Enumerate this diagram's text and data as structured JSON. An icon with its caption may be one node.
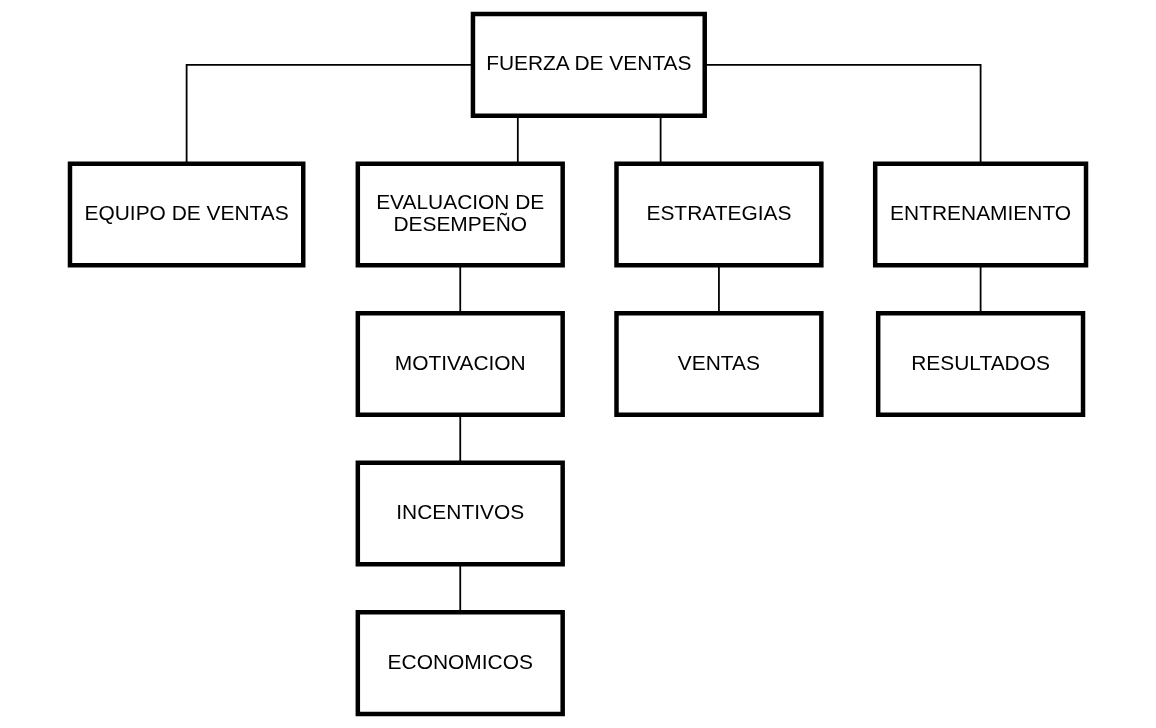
{
  "diagram": {
    "nodes": [
      {
        "text": [
          "FUERZA DE VENTAS"
        ]
      },
      {
        "text": [
          "EQUIPO DE VENTAS"
        ]
      },
      {
        "text": [
          "EVALUACION DE DESEMPEÑO"
        ]
      },
      {
        "text": [
          "ESTRATEGIAS"
        ]
      },
      {
        "text": [
          "ENTRENAMIENTO"
        ]
      },
      {
        "text": [
          "MOTIVACION"
        ]
      },
      {
        "text": [
          "VENTAS"
        ]
      },
      {
        "text": [
          "RESULTADOS"
        ]
      },
      {
        "text": [
          "INCENTIVOS"
        ]
      },
      {
        "text": [
          "ECONOMICOS"
        ]
      }
    ],
    "edges": [
      {
        "from": 0,
        "to": 1,
        "arrow": "none"
      },
      {
        "from": 0,
        "to": 2,
        "arrow": "none"
      },
      {
        "from": 0,
        "to": 3,
        "arrow": "none"
      },
      {
        "from": 0,
        "to": 4,
        "arrow": "none"
      },
      {
        "from": 2,
        "to": 5,
        "arrow": "none"
      },
      {
        "from": 3,
        "to": 6,
        "arrow": "none"
      },
      {
        "from": 4,
        "to": 7,
        "arrow": "none"
      },
      {
        "from": 5,
        "to": 8,
        "arrow": "none"
      },
      {
        "from": 8,
        "to": 9,
        "arrow": "none"
      }
    ]
  }
}
